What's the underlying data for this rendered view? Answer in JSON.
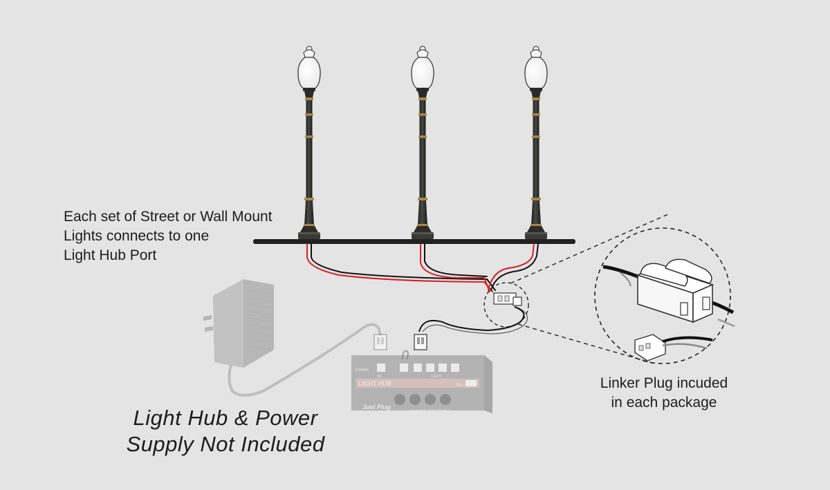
{
  "colors": {
    "background": "#e4e4e4",
    "post": "#2e2e2a",
    "brass": "#a58a4e",
    "wire_red": "#d61f26",
    "wire_black": "#111111",
    "hub_ghost": "#9a9a9a",
    "hub_stripe": "#c9a29f"
  },
  "notes": {
    "mount": {
      "line1": "Each set of Street or Wall Mount",
      "line2": "Lights connects to one",
      "line3": "Light Hub Port"
    },
    "linker": {
      "line1": "Linker Plug incuded",
      "line2": "in each package"
    },
    "not_included": {
      "line1": "Light Hub & Power",
      "line2": "Supply Not Included"
    }
  },
  "hub": {
    "title": "LIGHT HUB",
    "brand": "Just Plug",
    "power_label": "POWER",
    "in_label": "IN",
    "light_label": "LIGHT",
    "dimmer_label": "DIMMER CONTROLS",
    "no_label": "No."
  }
}
